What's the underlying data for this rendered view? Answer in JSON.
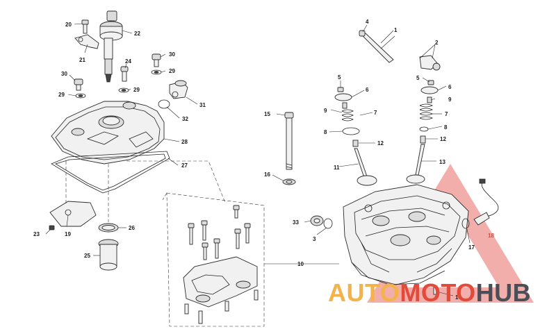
{
  "labels": [
    {
      "id": "1",
      "text": "1"
    },
    {
      "id": "2",
      "text": "2"
    },
    {
      "id": "3",
      "text": "3"
    },
    {
      "id": "4",
      "text": "4"
    },
    {
      "id": "5a",
      "text": "5"
    },
    {
      "id": "5b",
      "text": "5"
    },
    {
      "id": "6a",
      "text": "6"
    },
    {
      "id": "6b",
      "text": "6"
    },
    {
      "id": "7a",
      "text": "7"
    },
    {
      "id": "7b",
      "text": "7"
    },
    {
      "id": "8a",
      "text": "8"
    },
    {
      "id": "8b",
      "text": "8"
    },
    {
      "id": "9a",
      "text": "9"
    },
    {
      "id": "9b",
      "text": "9"
    },
    {
      "id": "10",
      "text": "10"
    },
    {
      "id": "11",
      "text": "11"
    },
    {
      "id": "12a",
      "text": "12"
    },
    {
      "id": "12b",
      "text": "12"
    },
    {
      "id": "13",
      "text": "13"
    },
    {
      "id": "14",
      "text": "14"
    },
    {
      "id": "15",
      "text": "15"
    },
    {
      "id": "16",
      "text": "16"
    },
    {
      "id": "17",
      "text": "17"
    },
    {
      "id": "18",
      "text": "18"
    },
    {
      "id": "19",
      "text": "19"
    },
    {
      "id": "20",
      "text": "20"
    },
    {
      "id": "21",
      "text": "21"
    },
    {
      "id": "22",
      "text": "22"
    },
    {
      "id": "23",
      "text": "23"
    },
    {
      "id": "24",
      "text": "24"
    },
    {
      "id": "25",
      "text": "25"
    },
    {
      "id": "26",
      "text": "26"
    },
    {
      "id": "27",
      "text": "27"
    },
    {
      "id": "28",
      "text": "28"
    },
    {
      "id": "29a",
      "text": "29"
    },
    {
      "id": "29b",
      "text": "29"
    },
    {
      "id": "29c",
      "text": "29"
    },
    {
      "id": "30a",
      "text": "30"
    },
    {
      "id": "30b",
      "text": "30"
    },
    {
      "id": "31",
      "text": "31"
    },
    {
      "id": "32",
      "text": "32"
    },
    {
      "id": "33",
      "text": "33"
    }
  ],
  "watermark": {
    "part_a": "AUTO",
    "part_b": "MOTO",
    "part_c": "HUB",
    "colors": {
      "orange": "#f4b24a",
      "red": "#e24b3a",
      "grey": "#4a4f57"
    }
  }
}
